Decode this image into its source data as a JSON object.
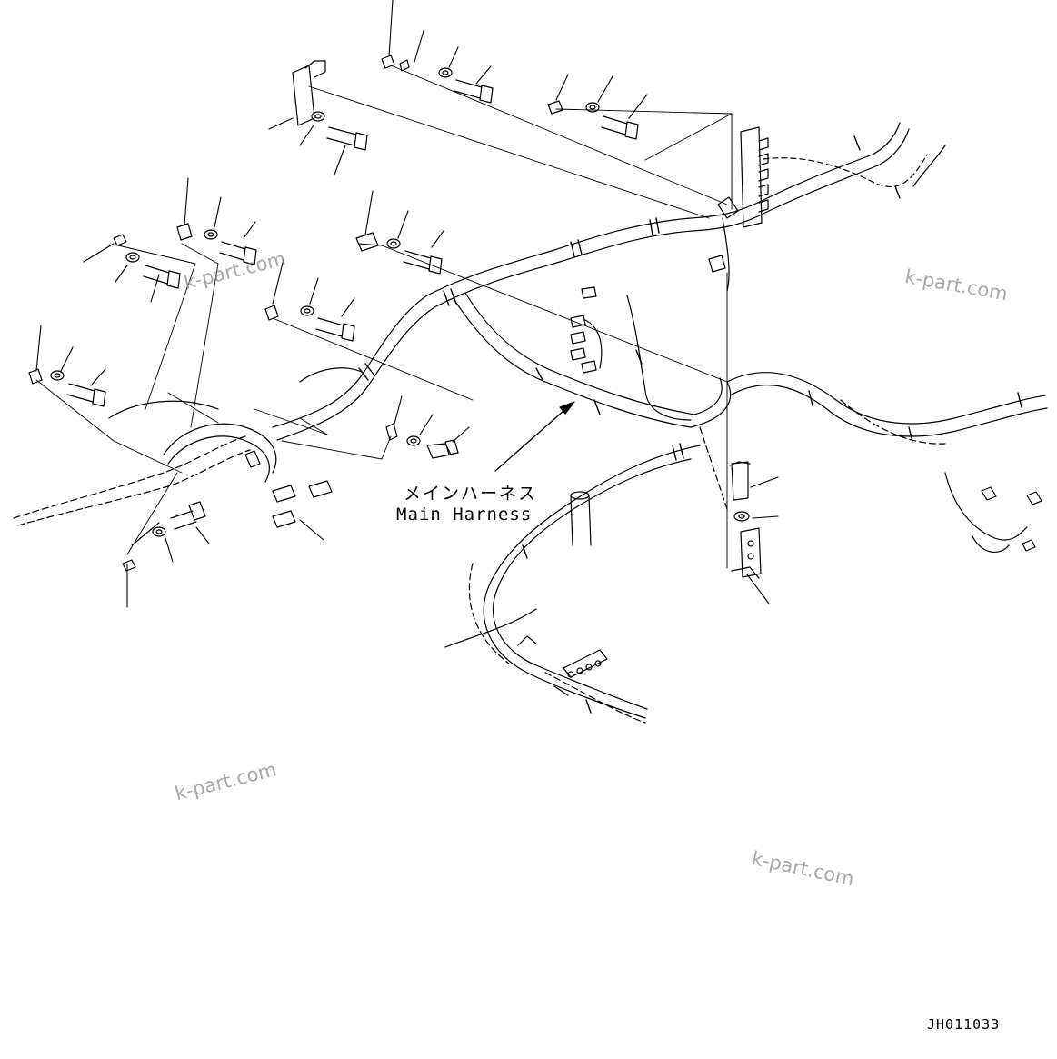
{
  "callout": {
    "japanese": "メインハーネス",
    "english": "Main Harness"
  },
  "figure_id": "JH011033",
  "watermark": "k-part.com",
  "colors": {
    "line": "#000000",
    "background": "#ffffff",
    "watermark": "#8c8c8c"
  }
}
